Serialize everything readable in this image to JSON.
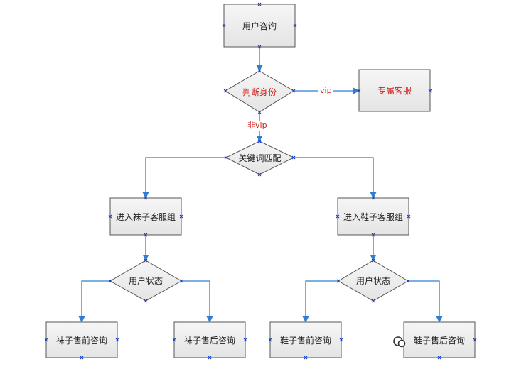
{
  "diagram": {
    "nodes": {
      "user_consult": "用户咨询",
      "check_identity": "判断身份",
      "exclusive_service": "专属客服",
      "keyword_match": "关键词匹配",
      "enter_socks_group": "进入袜子客服组",
      "enter_shoes_group": "进入鞋子客服组",
      "user_status_left": "用户状态",
      "user_status_right": "用户状态",
      "socks_presale": "袜子售前咨询",
      "socks_aftersale": "袜子售后咨询",
      "shoes_presale": "鞋子售前咨询",
      "shoes_aftersale": "鞋子售后咨询"
    },
    "edge_labels": {
      "vip": "vip",
      "non_vip": "非vip"
    }
  },
  "colors": {
    "box_fill": "#efefef",
    "box_border": "#555555",
    "connector": "#2e7fd0",
    "highlight_text": "#d42020",
    "handle": "#1a3cc8"
  }
}
